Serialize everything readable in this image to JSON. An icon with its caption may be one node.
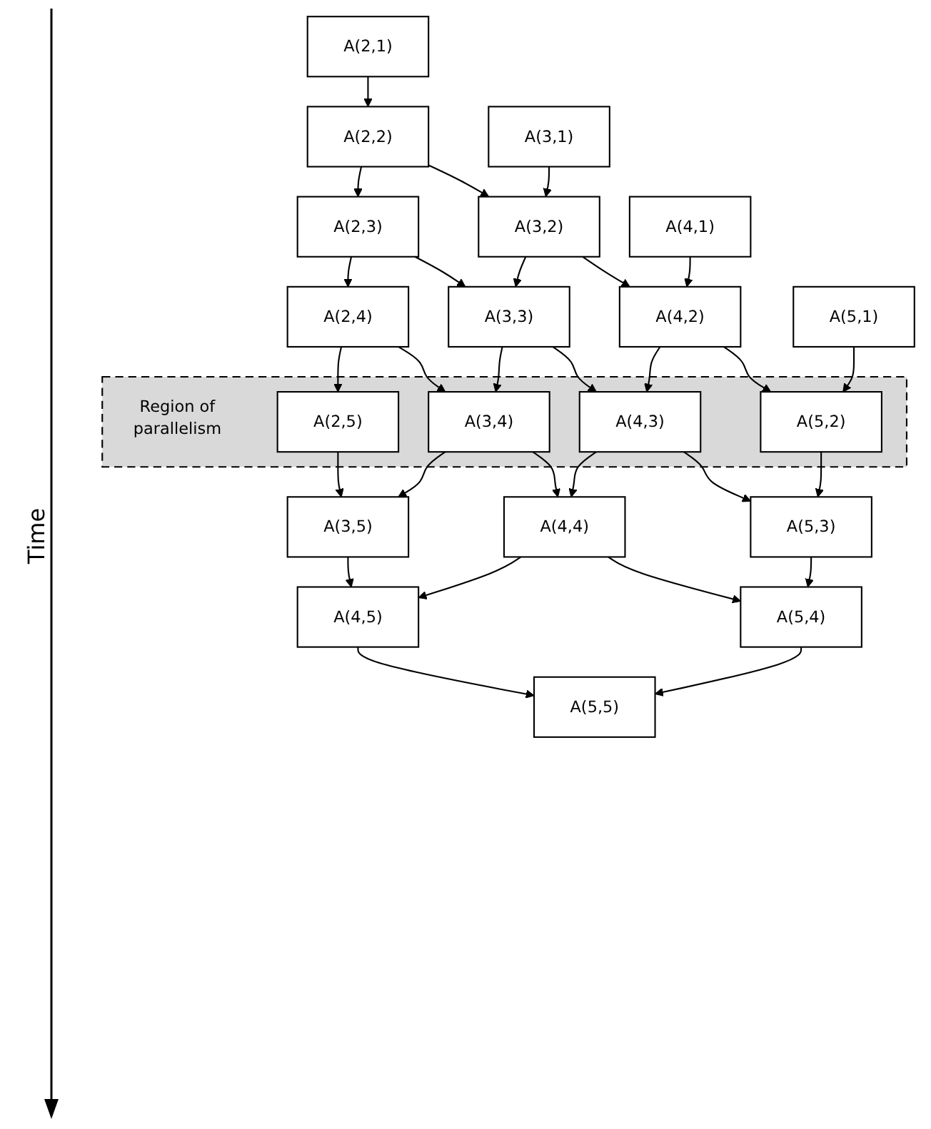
{
  "diagram": {
    "nodes": [
      {
        "text": [
          "A(2,1)"
        ]
      },
      {
        "text": [
          "A(2,2)"
        ]
      },
      {
        "text": [
          "A(3,1)"
        ]
      },
      {
        "text": [
          "A(3,2)"
        ]
      },
      {
        "text": [
          "A(2,3)"
        ]
      },
      {
        "text": [
          "A(4,1)"
        ]
      },
      {
        "text": [
          "A(4,2)"
        ]
      },
      {
        "text": [
          "A(3,3)"
        ]
      },
      {
        "text": [
          "A(2,4)"
        ]
      },
      {
        "text": [
          "Region of parallelism"
        ]
      },
      {
        "text": [
          "A(5,1)"
        ]
      },
      {
        "text": [
          "A(5,2)"
        ],
        "in": 9
      },
      {
        "text": [
          "A(4,3)"
        ],
        "in": 9
      },
      {
        "text": [
          "A(3,4)"
        ],
        "in": 9
      },
      {
        "text": [
          "A(2,5)"
        ],
        "in": 9
      },
      {
        "text": [
          "A(5,3)"
        ]
      },
      {
        "text": [
          "A(4,4)"
        ]
      },
      {
        "text": [
          "A(3,5)"
        ]
      },
      {
        "text": [
          "A(5,4)"
        ]
      },
      {
        "text": [
          "A(4,5)"
        ]
      },
      {
        "text": [
          "A(5,5)"
        ]
      }
    ],
    "edges": [
      {
        "from": 0,
        "to": 1,
        "arrow": "to"
      },
      {
        "from": 1,
        "to": 3,
        "arrow": "to"
      },
      {
        "from": 1,
        "to": 4,
        "arrow": "to"
      },
      {
        "from": 2,
        "to": 3,
        "arrow": "to"
      },
      {
        "from": 3,
        "to": 6,
        "arrow": "to"
      },
      {
        "from": 3,
        "to": 7,
        "arrow": "to"
      },
      {
        "from": 4,
        "to": 7,
        "arrow": "to"
      },
      {
        "from": 4,
        "to": 8,
        "arrow": "to"
      },
      {
        "from": 5,
        "to": 6,
        "arrow": "to"
      },
      {
        "from": 6,
        "to": 11,
        "arrow": "to"
      },
      {
        "from": 6,
        "to": 12,
        "arrow": "to"
      },
      {
        "from": 7,
        "to": 12,
        "arrow": "to"
      },
      {
        "from": 7,
        "to": 13,
        "arrow": "to"
      },
      {
        "from": 8,
        "to": 13,
        "arrow": "to"
      },
      {
        "from": 8,
        "to": 14,
        "arrow": "to"
      },
      {
        "from": 10,
        "to": 11,
        "arrow": "to"
      },
      {
        "from": 11,
        "to": 15,
        "arrow": "to"
      },
      {
        "from": 12,
        "to": 15,
        "arrow": "to"
      },
      {
        "from": 12,
        "to": 16,
        "arrow": "to"
      },
      {
        "from": 13,
        "to": 16,
        "arrow": "to"
      },
      {
        "from": 13,
        "to": 17,
        "arrow": "to"
      },
      {
        "from": 14,
        "to": 17,
        "arrow": "to"
      },
      {
        "from": 15,
        "to": 18,
        "arrow": "to"
      },
      {
        "from": 16,
        "to": 18,
        "arrow": "to"
      },
      {
        "from": 16,
        "to": 19,
        "arrow": "to"
      },
      {
        "from": 17,
        "to": 19,
        "arrow": "to"
      },
      {
        "from": 18,
        "to": 20,
        "arrow": "to"
      },
      {
        "from": 19,
        "to": 20,
        "arrow": "to"
      }
    ],
    "labels": [
      "Time"
    ]
  }
}
